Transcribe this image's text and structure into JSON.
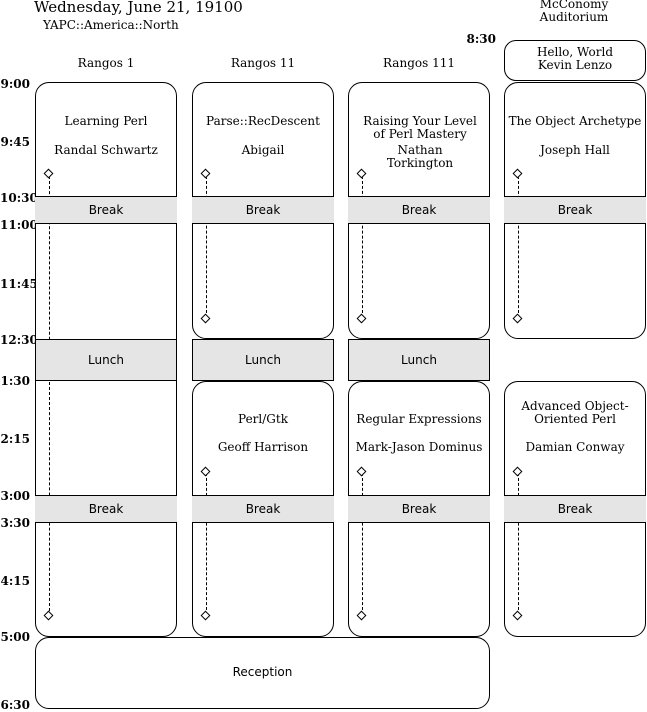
{
  "header": {
    "date": "Wednesday, June 21, 19100",
    "conference": "YAPC::America::North",
    "venue_line1": "McConomy",
    "venue_line2": "Auditorium"
  },
  "columns": [
    "Rangos 1",
    "Rangos 11",
    "Rangos 111"
  ],
  "times": [
    "8:30",
    "9:00",
    "9:45",
    "10:30",
    "11:00",
    "11:45",
    "12:30",
    "1:30",
    "2:15",
    "3:00",
    "3:30",
    "4:15",
    "5:00",
    "6:30"
  ],
  "keynote": {
    "title": "Hello, World",
    "speaker": "Kevin Lenzo"
  },
  "morning": [
    {
      "title": "Learning Perl",
      "speaker": "Randal Schwartz"
    },
    {
      "title": "Parse::RecDescent",
      "speaker": "Abigail"
    },
    {
      "title": "Raising Your Level of Perl Mastery",
      "speaker": "Nathan Torkington"
    },
    {
      "title": "The Object Archetype",
      "speaker": "Joseph Hall"
    }
  ],
  "afternoon": [
    {
      "title": "",
      "speaker": ""
    },
    {
      "title": "Perl/Gtk",
      "speaker": "Geoff Harrison"
    },
    {
      "title": "Regular Expressions",
      "speaker": "Mark-Jason Dominus"
    },
    {
      "title": "Advanced Object-Oriented Perl",
      "speaker": "Damian Conway"
    }
  ],
  "labels": {
    "break": "Break",
    "lunch": "Lunch",
    "reception": "Reception"
  }
}
